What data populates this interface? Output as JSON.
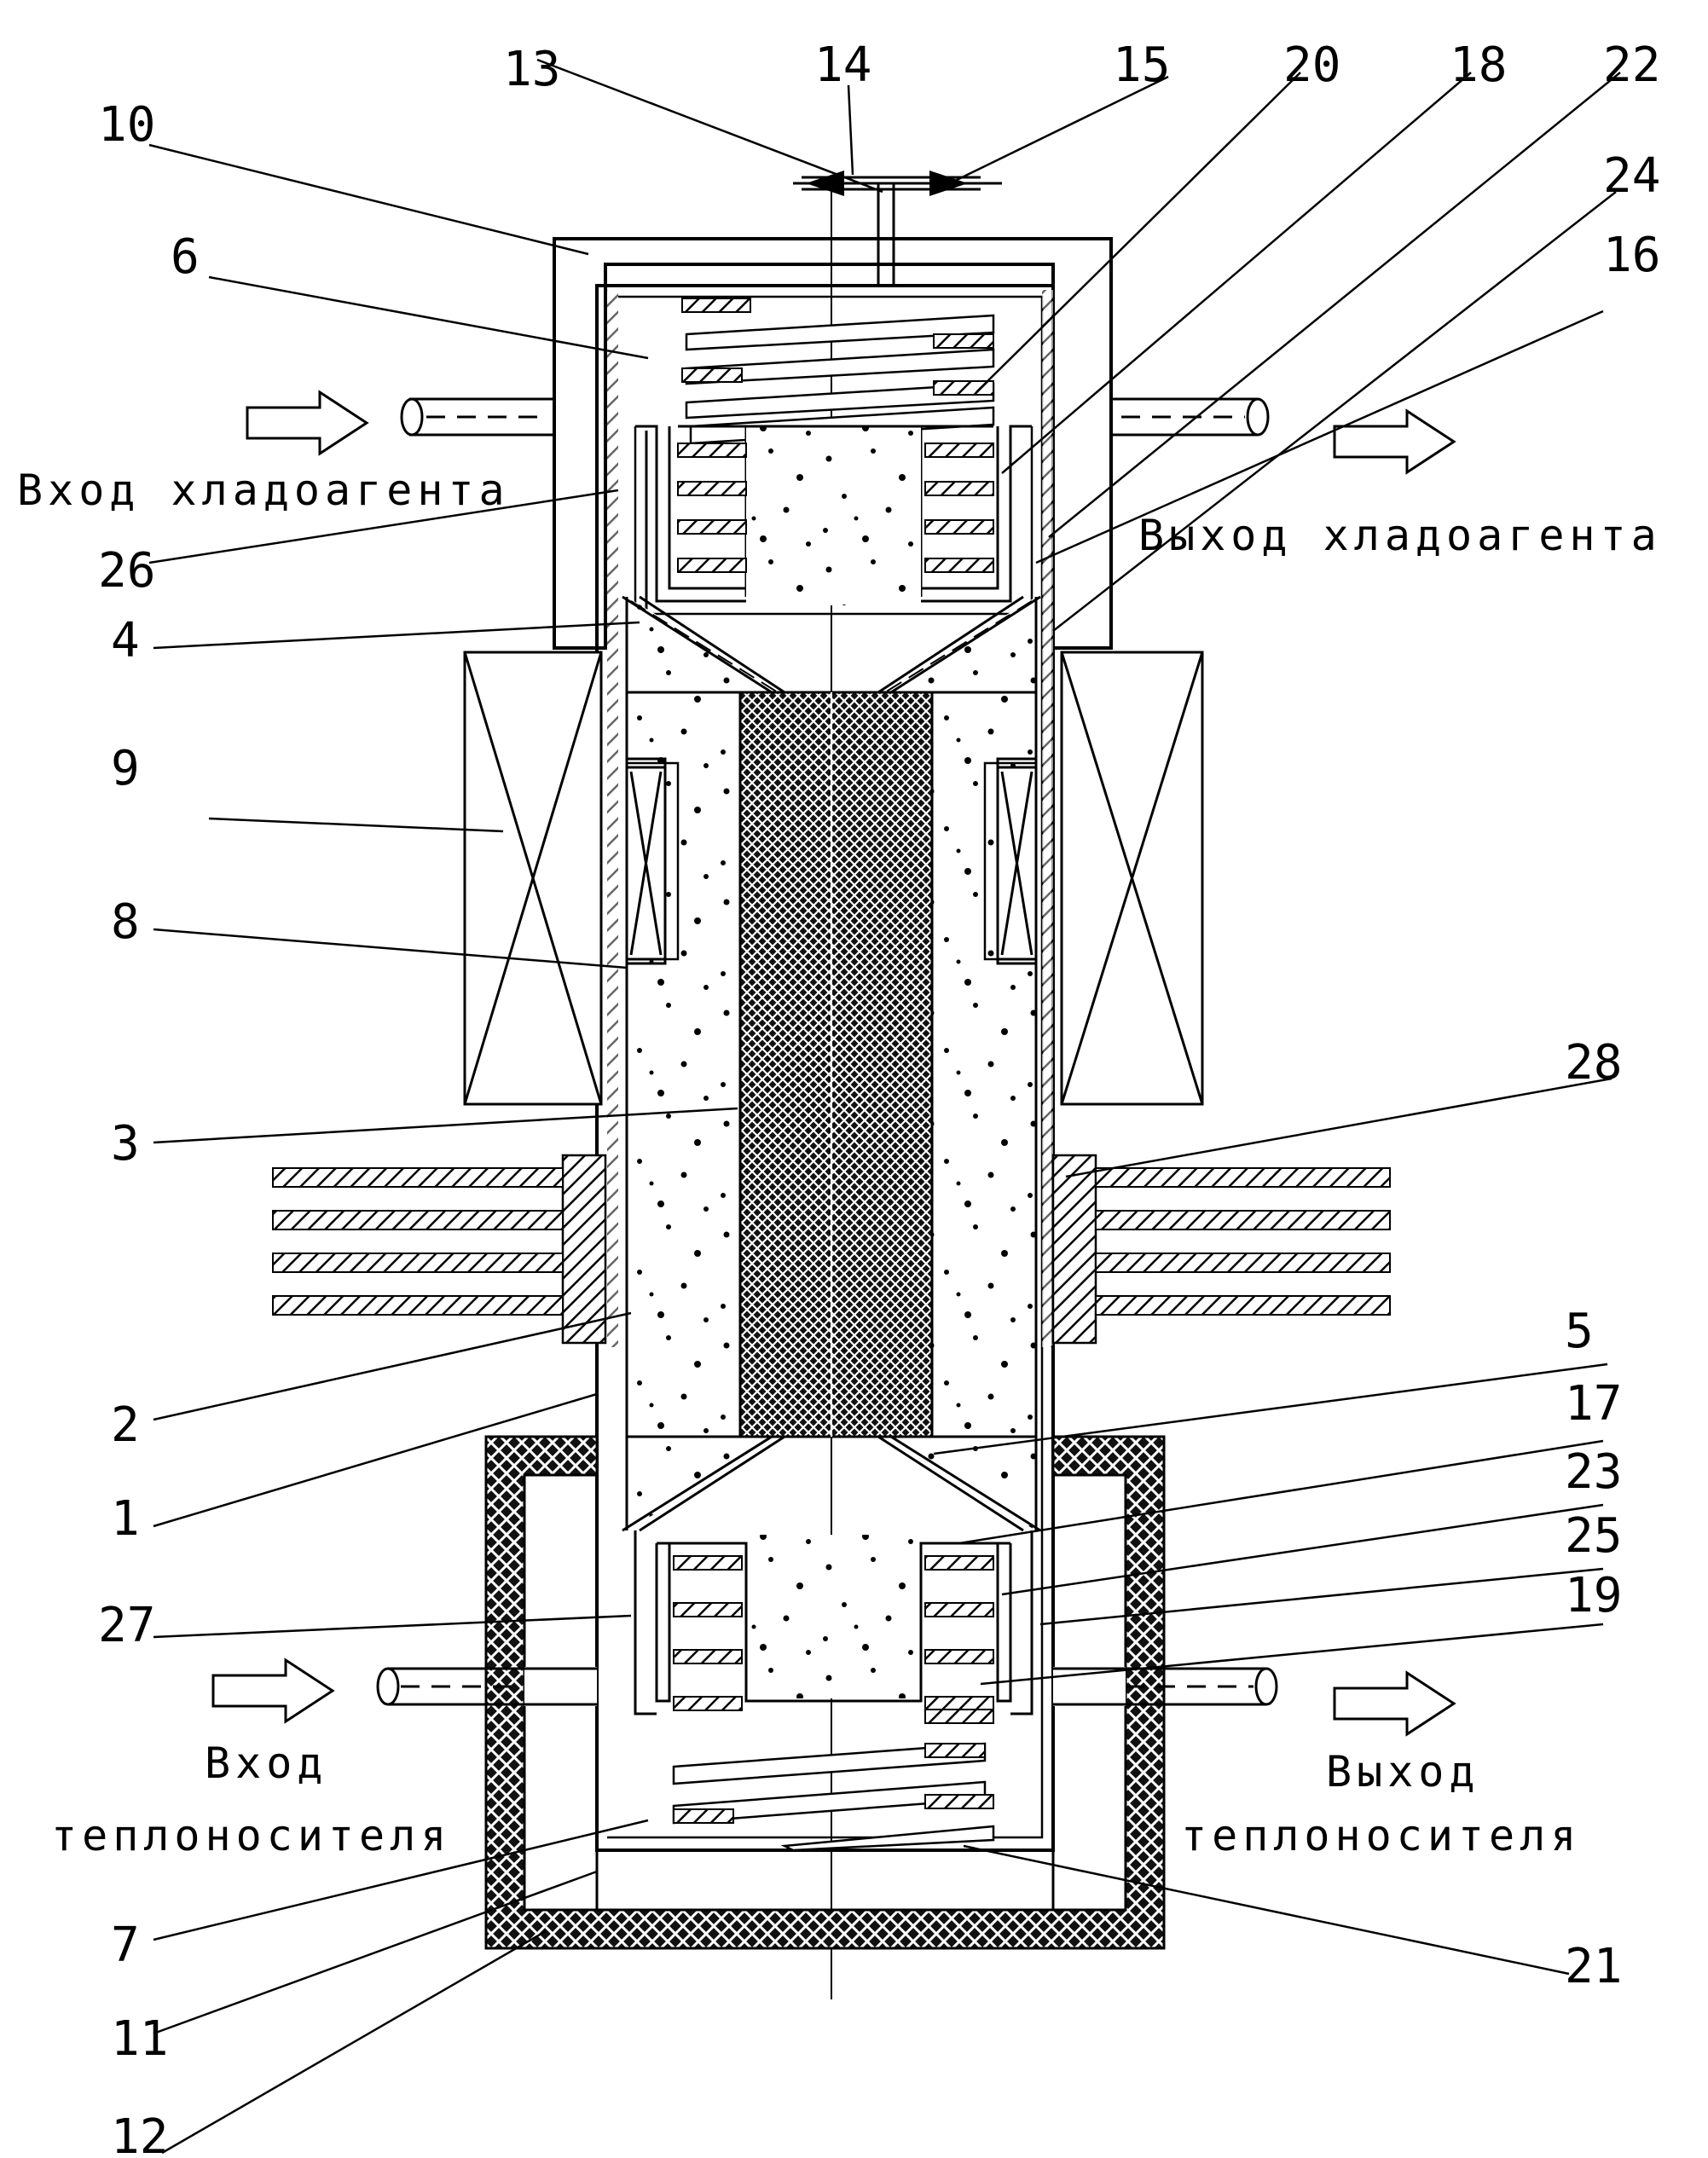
{
  "labels": {
    "l1": "1",
    "l2": "2",
    "l3": "3",
    "l4": "4",
    "l5": "5",
    "l6": "6",
    "l7": "7",
    "l8": "8",
    "l9": "9",
    "l10": "10",
    "l11": "11",
    "l12": "12",
    "l13": "13",
    "l14": "14",
    "l15": "15",
    "l16": "16",
    "l17": "17",
    "l18": "18",
    "l19": "19",
    "l20": "20",
    "l21": "21",
    "l22": "22",
    "l23": "23",
    "l24": "24",
    "l25": "25",
    "l26": "26",
    "l27": "27",
    "l28": "28"
  },
  "captions": {
    "coolant_in": "Вход хладоагента",
    "coolant_out": "Выход хладоагента",
    "heat_in_1": "Вход",
    "heat_in_2": "теплоносителя",
    "heat_out_1": "Выход",
    "heat_out_2": "теплоносителя"
  }
}
